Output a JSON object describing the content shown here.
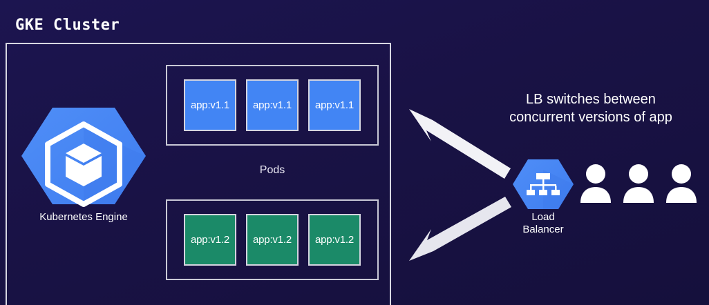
{
  "diagram": {
    "title": "GKE Cluster",
    "background_color": "#191245"
  },
  "cluster": {
    "gke_node": {
      "label": "Kubernetes Engine",
      "icon": "kubernetes-engine-icon",
      "icon_color": "#4285f4"
    },
    "pods_caption": "Pods",
    "pod_groups": [
      {
        "name": "v1.1-group",
        "color": "#4285f4",
        "pods": [
          "app:v1.1",
          "app:v1.1",
          "app:v1.1"
        ]
      },
      {
        "name": "v1.2-group",
        "color": "#1b8a68",
        "pods": [
          "app:v1.2",
          "app:v1.2",
          "app:v1.2"
        ]
      }
    ]
  },
  "right_panel": {
    "caption_line1": "LB switches between",
    "caption_line2": "concurrent versions of app",
    "load_balancer": {
      "label_line1": "Load",
      "label_line2": "Balancer",
      "icon": "load-balancer-icon",
      "icon_color": "#4285f4"
    },
    "users": {
      "icon": "user-icon",
      "count": 3,
      "color": "#ffffff"
    }
  },
  "arrows": [
    {
      "name": "arrow-lb-to-v11",
      "direction": "up-left",
      "color": "#f0f0f4"
    },
    {
      "name": "arrow-lb-to-v12",
      "direction": "down-left",
      "color": "#e9e9ef"
    }
  ]
}
